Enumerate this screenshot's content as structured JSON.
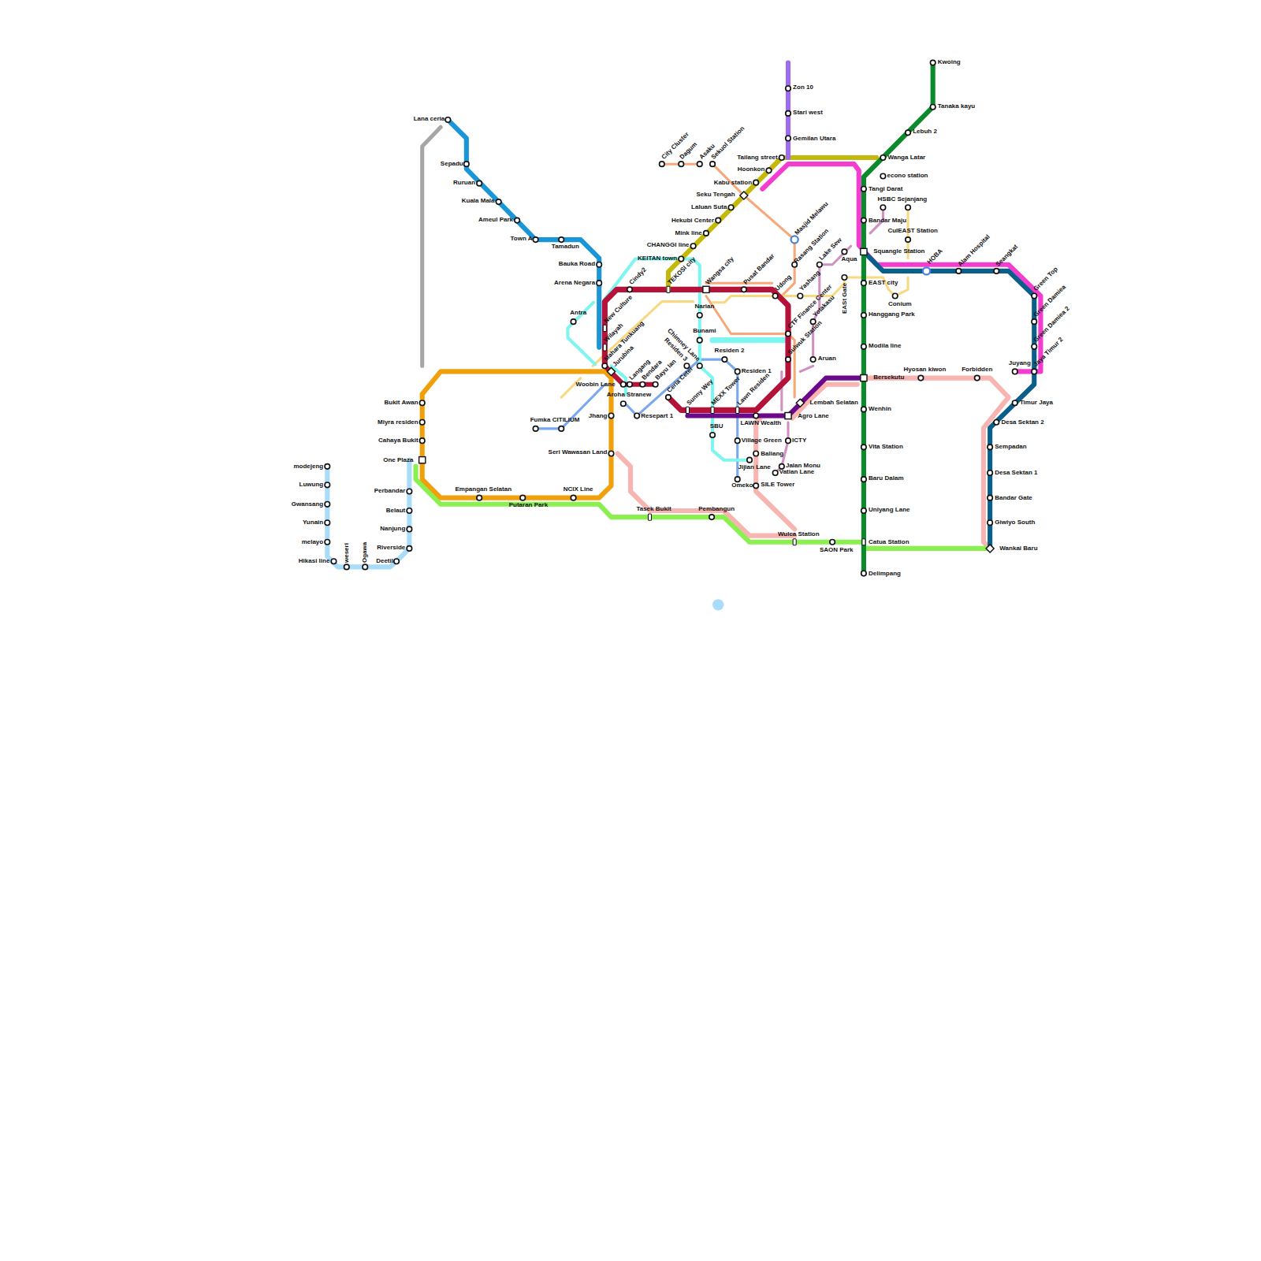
{
  "diagram": {
    "labels": [
      "Lana ceria",
      "Sepadu",
      "Ruruan",
      "Kuala Mala",
      "Ameul Park",
      "Town A",
      "Tamadun",
      "Bauka Road",
      "Arena Negara",
      "Antra",
      "Cindy2",
      "New Culture",
      "Wilayah",
      "Mahara Tunkuang",
      "Jurubina",
      "Woobin Lane",
      "Langang",
      "Bendara",
      "Bayu Ian",
      "Aroha Stranew",
      "Resepart 1",
      "Jhang",
      "Seri Wawasan Land",
      "Fumka CITILIUM",
      "Bukit Awan",
      "Miyra residen",
      "Cahaya Bukit",
      "One Plaza",
      "Perbandar",
      "Belaut",
      "Nanjung",
      "Riverside",
      "Deetil",
      "modejeng",
      "Luwung",
      "Gwansang",
      "Yunain",
      "melayo",
      "Hikasi line",
      "weseri",
      "Ogawa",
      "Empangan Selatan",
      "Putaran Park",
      "NCIX Line",
      "Tasek Bukit",
      "Pembangun",
      "Wulca Station",
      "SAON Park",
      "Catua Station",
      "Delimpang",
      "Wankai Baru",
      "Giwiyo South",
      "Bandar Gate",
      "Desa Sektan 1",
      "Sempadan",
      "Desa Sektan 2",
      "Timur Jaya",
      "Jaya Timur 2",
      "Juyang",
      "Green Damiea 2",
      "Green Damiea",
      "Green Top",
      "Seangkat",
      "Alam Hospital",
      "HOBA",
      "Forbidden",
      "Hyosan kiwon",
      "Bersekutu",
      "Wenhin",
      "Vita Station",
      "Baru Dalam",
      "Uniyang Lane",
      "Modila line",
      "Hanggang Park",
      "EAST city",
      "Conium",
      "Squangle Station",
      "CulEAST Station",
      "HSBC Sejanjang",
      "Bandar Maju",
      "econo station",
      "Tangi Darat",
      "Wanga Latar",
      "Lebuh 2",
      "Tanaka kayu",
      "Kwoing",
      "Zon 10",
      "Stari west",
      "Gemilan Utara",
      "Tailang street",
      "Hoonkon",
      "Kabu station",
      "Seku Tengah",
      "Laluan Suta",
      "Hekubi Center",
      "Mink line",
      "CHANGGI line",
      "KEITAN town",
      "City Cluster",
      "Dagum",
      "Asaku",
      "Sekuol Station",
      "TEKOSI city",
      "Wangsa city",
      "Pusat Bandar",
      "Udong",
      "Masjid Melawu",
      "Rasang Station",
      "Lake Sew",
      "Aqua",
      "EASt Gate",
      "Yashang",
      "CTF Finance Center",
      "Yotakasu",
      "Sulwuk Station",
      "Aruan",
      "Narian",
      "Bunami",
      "Chimney Lane",
      "Residen 3",
      "Residen 2",
      "Residen 1",
      "Ceria Ceter",
      "Sunny Wey",
      "MEXX Tower",
      "Lawn Residen",
      "LAWN Wealth",
      "Agro Lane",
      "Lembah Selatan",
      "SBU",
      "Village Green",
      "ICTY",
      "Baliang",
      "Jijian Lane",
      "Jalan Monu",
      "Vatian Lane",
      "Omeko",
      "SILE Tower"
    ]
  }
}
